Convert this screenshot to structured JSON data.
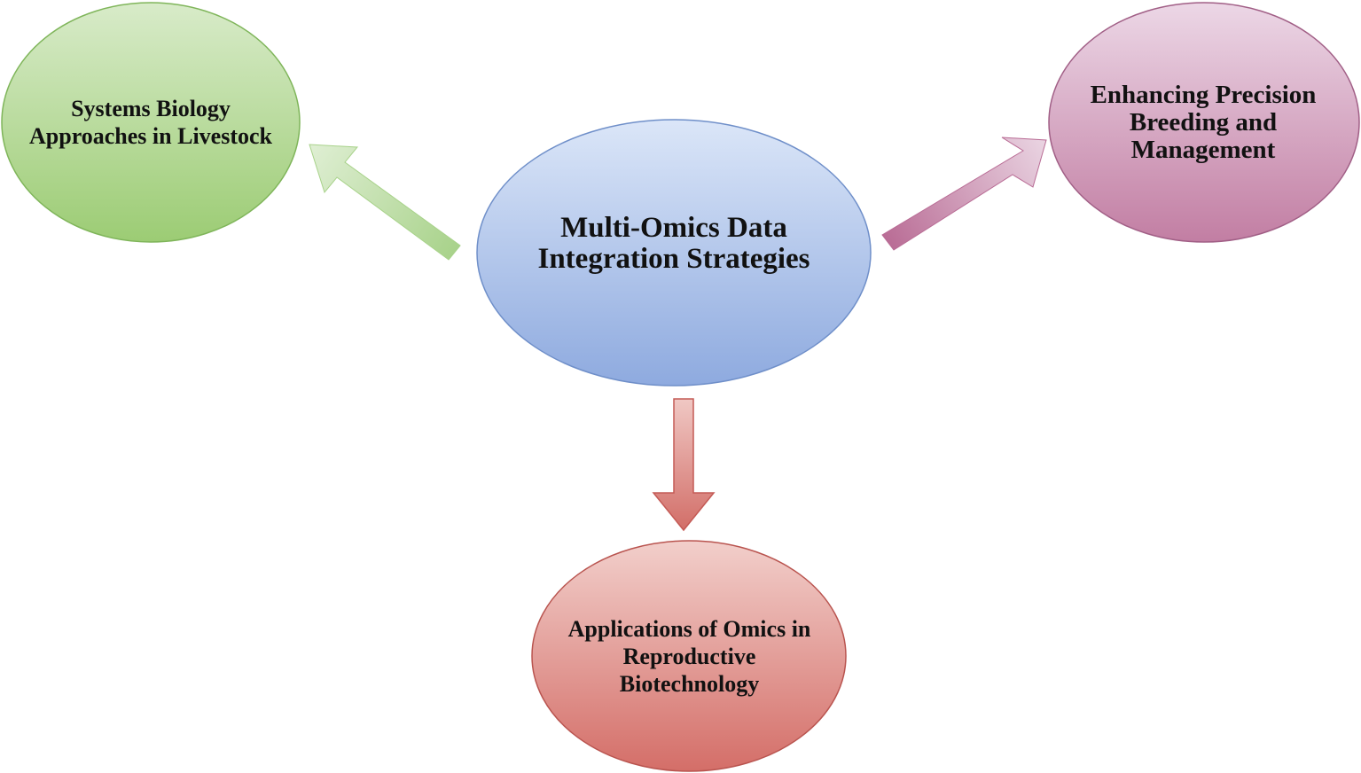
{
  "center": {
    "label": "Multi-Omics Data\nIntegration Strategies",
    "color_top": "#dbe6f8",
    "color_bottom": "#8eaadf",
    "stroke": "#6f8fc9"
  },
  "nodes": {
    "left": {
      "label": "Systems Biology\nApproaches in Livestock",
      "color_top": "#d8ebc9",
      "color_bottom": "#9ccc74",
      "stroke": "#7fb55a"
    },
    "right": {
      "label": "Enhancing Precision\nBreeding and\nManagement",
      "color_top": "#ecd7e6",
      "color_bottom": "#c27ea3",
      "stroke": "#a15f86"
    },
    "bottom": {
      "label": "Applications of Omics in\nReproductive\nBiotechnology",
      "color_top": "#f2cfcb",
      "color_bottom": "#d46e68",
      "stroke": "#b9544f"
    }
  },
  "arrows": {
    "left": {
      "color_start": "#a8d28a",
      "color_end": "#deeed2",
      "stroke": "#a8d28a"
    },
    "right": {
      "color_start": "#b96c95",
      "color_end": "#e9d3e1",
      "stroke": "#b96c95"
    },
    "bottom": {
      "color_start": "#f0c8c4",
      "color_end": "#d26e68",
      "stroke": "#c45a55"
    }
  }
}
